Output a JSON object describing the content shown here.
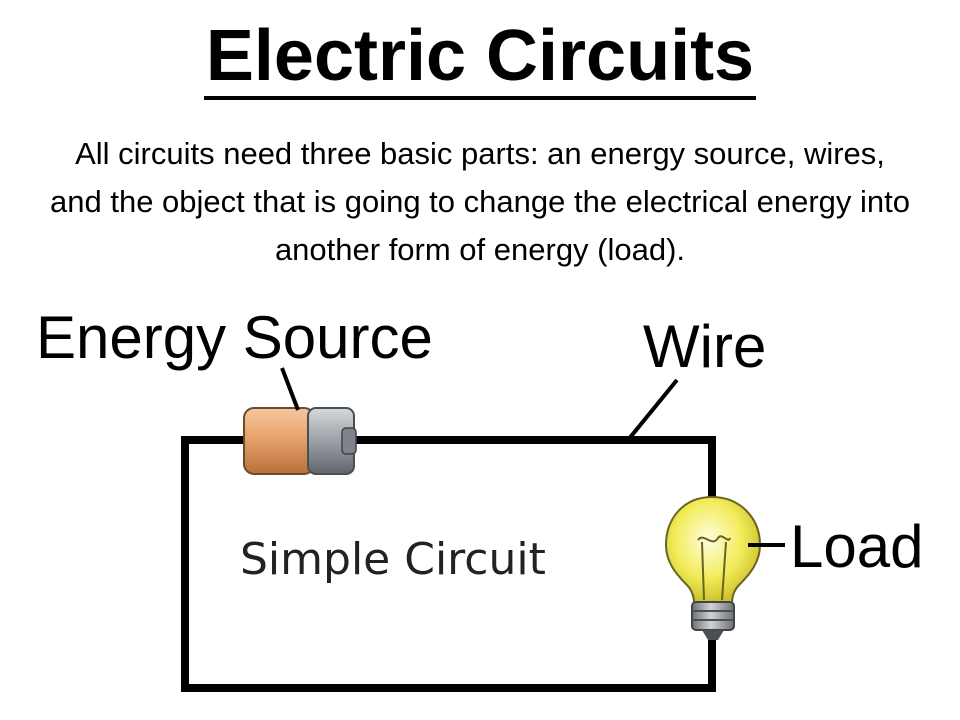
{
  "title": "Electric Circuits",
  "description": "All circuits need three basic parts: an energy source, wires, and the object that is going to change the electrical energy into another form of energy (load).",
  "labels": {
    "energy_source": "Energy Source",
    "wire": "Wire",
    "load": "Load"
  },
  "circuit_caption": "Simple Circuit",
  "colors": {
    "battery_body": "#e8a26b",
    "battery_cap": "#9aa0a6",
    "bulb_glass": "#f2ec5a",
    "bulb_base": "#9ea3a8",
    "wire": "#000000"
  },
  "icons": {
    "battery": "battery-icon",
    "bulb": "light-bulb-icon"
  }
}
